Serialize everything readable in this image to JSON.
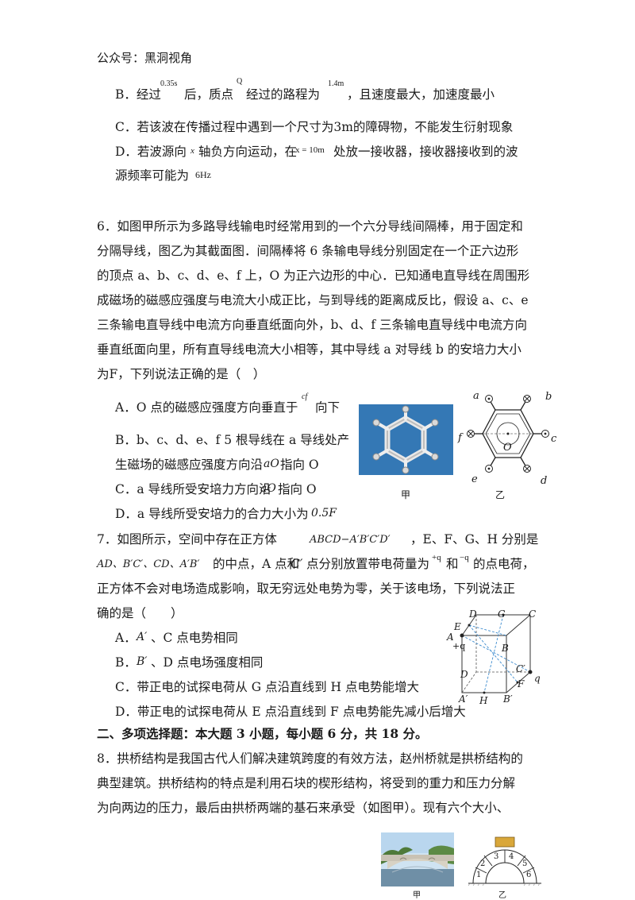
{
  "header": {
    "tag": "公众号：黑洞视角"
  },
  "q5": {
    "B": {
      "a": "B．经过",
      "sup1": "0.35s",
      "b": "后，质点",
      "sup2": "Q",
      "c": "经过的路程为",
      "sup3": "1.4m",
      "d": "，且速度最大，加速度最小"
    },
    "C": "C．若该波在传播过程中遇到一个尺寸为3m的障碍物，不能发生衍射现象",
    "D1": {
      "a": "D．若波源向",
      "x": "x",
      "b": "轴负方向运动，在",
      "eq": "x = 10m",
      "c": "处放一接收器，接收器接收到的波"
    },
    "D2": {
      "a": "源频率可能为",
      "val": "6Hz"
    }
  },
  "q6": {
    "lines": [
      "6．如图甲所示为多路导线输电时经常用到的一个六分导线间隔棒，用于固定和",
      "分隔导线，图乙为其截面图．间隔棒将 6 条输电导线分别固定在一个正六边形",
      "的顶点 a、b、c、d、e、f 上，O 为正六边形的中心．已知通电直导线在周围形",
      "成磁场的磁感应强度与电流大小成正比，与到导线的距离成反比，假设 a、c、e",
      "三条输电直导线中电流方向垂直纸面向外，b、d、f 三条输电直导线中电流方向",
      "垂直纸面向里，所有直导线电流大小相等，其中导线 a 对导线 b 的安培力大小",
      "为F，下列说法正确的是（　）"
    ],
    "A": {
      "a": "A．O 点的磁感应强度方向垂直于",
      "sup": "cf",
      "b": "向下"
    },
    "B1": "B．b、c、d、e、f 5 根导线在 a 导线处产",
    "B2": {
      "a": "生磁场的磁感应强度方向沿",
      "v": "aO",
      "b": "指向 O"
    },
    "C": {
      "a": "C．a 导线所受安培力方向沿",
      "v": "aO",
      "b": "指向 O"
    },
    "D": {
      "a": "D．a 导线所受安培力的合力大小为",
      "v": "0.5F"
    },
    "fig_jia": "甲",
    "fig_yi": "乙",
    "hex_labels": {
      "a": "a",
      "b": "b",
      "c": "c",
      "d": "d",
      "e": "e",
      "f": "f",
      "O": "O"
    }
  },
  "q7": {
    "l1": {
      "a": "7．如图所示，空间中存在正方体",
      "cube": "ABCD−A′B′C′D′",
      "b": "，E、F、G、H 分别是"
    },
    "l2": {
      "a": "AD、B′C′、CD、A′B′",
      "b": "的中点，A 点和",
      "c": "C′",
      "d": "点分别放置带电荷量为",
      "q1": "+q",
      "e": "和",
      "q2": "−q",
      "f": "的点电荷，"
    },
    "l3": "正方体不会对电场造成影响，取无穷远处电势为零，关于该电场，下列说法正",
    "l4": "确的是（　　）",
    "A": {
      "a": "A．",
      "v": "A′",
      "b": "、C 点电势相同"
    },
    "B": {
      "a": "B．",
      "v": "B′",
      "b": "、D 点电场强度相同"
    },
    "C": "C．带正电的试探电荷从 G 点沿直线到 H 点电势能增大",
    "D": "D．带正电的试探电荷从 E 点沿直线到 F 点电势能先减小后增大",
    "cube_labels": {
      "D": "D",
      "G": "G",
      "C": "C",
      "E": "E",
      "A": "A",
      "plusq": "+q",
      "B": "B",
      "Cp": "C′",
      "q": "q",
      "Dp": "D",
      "F": "F",
      "Ap": "A′",
      "H": "H",
      "Bp": "B′"
    }
  },
  "section2": {
    "title": "二、多项选择题：本大题 3 小题，每小题 6 分，共 18 分。"
  },
  "q8": {
    "lines": [
      "8．拱桥结构是我国古代人们解决建筑跨度的有效方法，赵州桥就是拱桥结构的",
      "典型建筑。拱桥结构的特点是利用石块的楔形结构，将受到的重力和压力分解",
      "为向两边的压力，最后由拱桥两端的基石来承受（如图甲）。现有六个大小、"
    ],
    "fig_jia": "甲",
    "fig_yi": "乙",
    "block_numbers": [
      "1",
      "2",
      "3",
      "4",
      "5",
      "6"
    ]
  }
}
